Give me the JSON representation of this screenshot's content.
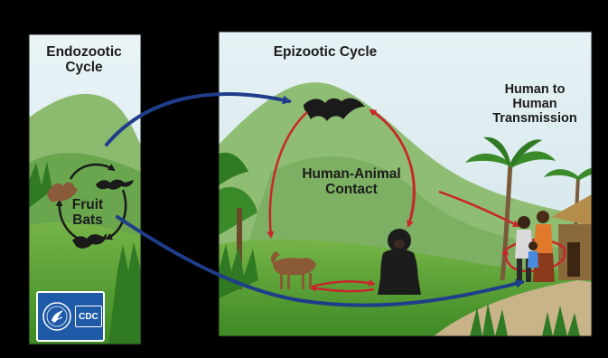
{
  "labels": {
    "endozootic": "Endozootic Cycle",
    "epizootic": "Epizootic Cycle",
    "human_to_human": "Human to Human Transmission",
    "human_animal_contact": "Human-Animal Contact",
    "fruit_bats": "Fruit Bats"
  },
  "logo": {
    "text": "CDC"
  },
  "colors": {
    "frame": "#000000",
    "sky": "#d9ecf2",
    "mountain": "#7fb063",
    "grass": "#4f9a2f",
    "red_arrow": "#c8262b",
    "blue_arrow": "#1f3d8a",
    "cdc_blue": "#1f5aa8"
  },
  "icons": [
    "bat-icon",
    "chimpanzee-icon",
    "antelope-icon",
    "human-family-icon",
    "palm-tree-icon",
    "hut-icon",
    "cdc-seal-icon"
  ]
}
